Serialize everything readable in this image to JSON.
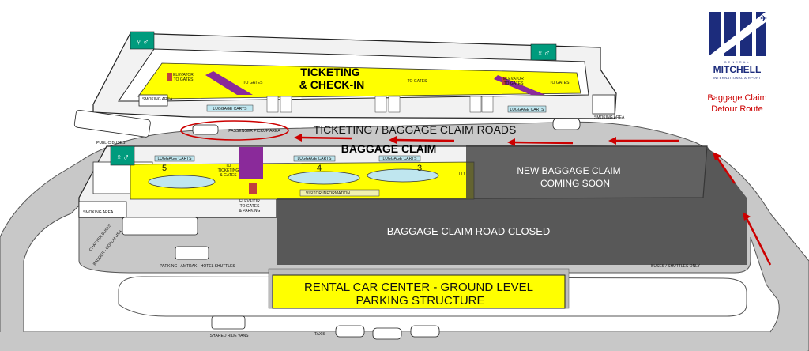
{
  "logo": {
    "line1": "GENERAL",
    "line2": "MITCHELL",
    "line3": "INTERNATIONAL AIRPORT"
  },
  "legend": {
    "title_line1": "Baggage Claim",
    "title_line2": "Detour Route"
  },
  "colors": {
    "terminal_fill": "#ffff00",
    "road": "#c8c8c8",
    "closed_overlay": "#3c3c3c",
    "detour_arrow": "#cc0000",
    "restroom_teal": "#009b7d",
    "logo_navy": "#1c2c7c",
    "legend_red": "#cc0000"
  },
  "labels": {
    "ticketing": "TICKETING",
    "check_in": "& CHECK-IN",
    "roads": "TICKETING / BAGGAGE CLAIM ROADS",
    "baggage_claim": "BAGGAGE CLAIM",
    "new_claim_1": "NEW BAGGAGE CLAIM",
    "new_claim_2": "COMING SOON",
    "road_closed": "BAGGAGE CLAIM ROAD CLOSED",
    "rental_1": "RENTAL CAR CENTER - GROUND LEVEL",
    "rental_2": "PARKING STRUCTURE",
    "passenger_pickup": "PASSENGER PICKUP AREA",
    "public_buses": "PUBLIC BUSES",
    "smoking_area": "SMOKING AREA",
    "luggage_carts": "LUGGAGE CARTS",
    "elevator_gates_1": "ELEVATOR",
    "elevator_gates_2": "TO GATES",
    "to_gates": "TO GATES",
    "to_ticketing_1": "TO",
    "to_ticketing_2": "TICKETING",
    "to_ticketing_3": "& GATES",
    "elevator_parking_1": "ELEVATOR",
    "elevator_parking_2": "TO GATES",
    "elevator_parking_3": "& PARKING",
    "visitor_info": "VISITOR INFORMATION",
    "tty": "TTY",
    "carousel_5": "5",
    "carousel_4": "4",
    "carousel_3": "3",
    "charter_buses": "CHARTER BUSES",
    "badger_coach": "BADGER - COACH USA",
    "parking_shuttles": "PARKING - AMTRAK - HOTEL SHUTTLES",
    "buses_only": "BUSES / SHUTTLES ONLY",
    "shared_ride": "SHARED RIDE VANS",
    "taxis": "TAXIS"
  }
}
